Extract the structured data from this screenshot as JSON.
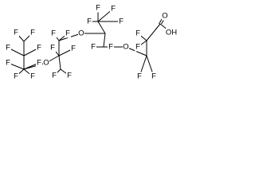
{
  "molecule": {
    "atoms": [
      {
        "label": "F"
      },
      {
        "label": "F"
      },
      {
        "label": "F"
      },
      {
        "label": "F"
      },
      {
        "label": "F"
      },
      {
        "label": "F"
      },
      {
        "label": "F"
      },
      {
        "label": "F"
      },
      {
        "label": "O"
      },
      {
        "label": "F"
      },
      {
        "label": "F"
      },
      {
        "label": "F"
      },
      {
        "label": "F"
      },
      {
        "label": "F"
      },
      {
        "label": "F"
      },
      {
        "label": "O"
      },
      {
        "label": "F"
      },
      {
        "label": "F"
      },
      {
        "label": "F"
      },
      {
        "label": "F"
      },
      {
        "label": "F"
      },
      {
        "label": "F"
      },
      {
        "label": "O"
      },
      {
        "label": "F"
      },
      {
        "label": "F"
      },
      {
        "label": "F"
      },
      {
        "label": "F"
      },
      {
        "label": "O"
      },
      {
        "label": "OH"
      }
    ],
    "bond_color": "#000000",
    "text_color": "#000000"
  }
}
